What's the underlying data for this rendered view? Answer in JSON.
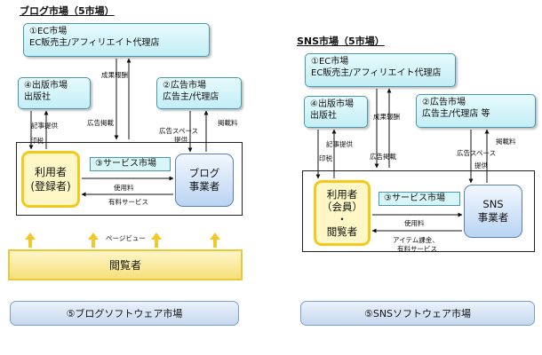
{
  "left": {
    "title": "ブログ市場（5市場）",
    "ec": {
      "line1": "①EC市場",
      "line2": "EC販売主/アフィリエイト代理店"
    },
    "publishing": {
      "line1": "④出版市場",
      "line2": "出版社"
    },
    "ad": {
      "line1": "②広告市場",
      "line2": "広告主/代理店"
    },
    "user": {
      "line1": "利用者",
      "line2": "(登録者)"
    },
    "operator": {
      "line1": "ブログ",
      "line2": "事業者"
    },
    "service": "③サービス市場",
    "viewer": "閲覧者",
    "software": "⑤ブログソフトウェア市場",
    "labels": {
      "seika": "成果報酬",
      "kokoku_keisai": "広告掲載",
      "kiji": "記事提供",
      "inzei": "印税",
      "ad_space_1": "広告スペース",
      "ad_space_2": "提供",
      "keisai": "掲載料",
      "shiyo": "使用料",
      "yuryo": "有料サービス",
      "pageview": "ページビュー"
    }
  },
  "right": {
    "title": "SNS市場（5市場）",
    "ec": {
      "line1": "①EC市場",
      "line2": "EC販売主/アフィリエイト代理店"
    },
    "publishing": {
      "line1": "④出版市場",
      "line2": "出版社"
    },
    "ad": {
      "line1": "②広告市場",
      "line2": "広告主/代理店 等"
    },
    "user": {
      "line1": "利用者",
      "line2": "（会員）",
      "line3": "・",
      "line4": "閲覧者"
    },
    "operator": {
      "line1": "SNS",
      "line2": "事業者"
    },
    "service": "③サービス市場",
    "software": "⑤SNSソフトウェア市場",
    "labels": {
      "seika": "成果報酬",
      "kokoku_keisai": "広告掲載",
      "kiji": "記事提供",
      "inzei": "印税",
      "ad_space_1": "広告スペース",
      "ad_space_2": "提供",
      "keisai": "掲載料",
      "shiyo": "使用料",
      "item_1": "アイテム課金、",
      "item_2": "有料サービス"
    }
  }
}
